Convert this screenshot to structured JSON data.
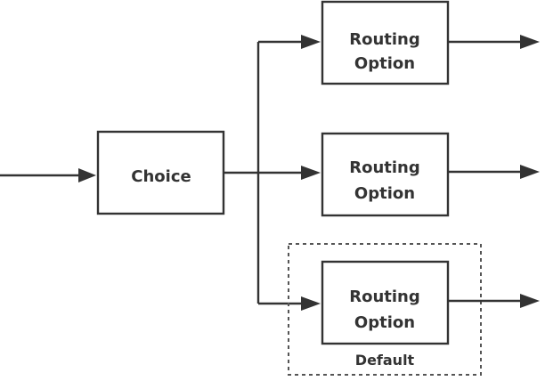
{
  "diagram": {
    "choice_label": "Choice",
    "routes": [
      {
        "line1": "Routing",
        "line2": "Option"
      },
      {
        "line1": "Routing",
        "line2": "Option"
      },
      {
        "line1": "Routing",
        "line2": "Option"
      }
    ],
    "default_label": "Default"
  }
}
